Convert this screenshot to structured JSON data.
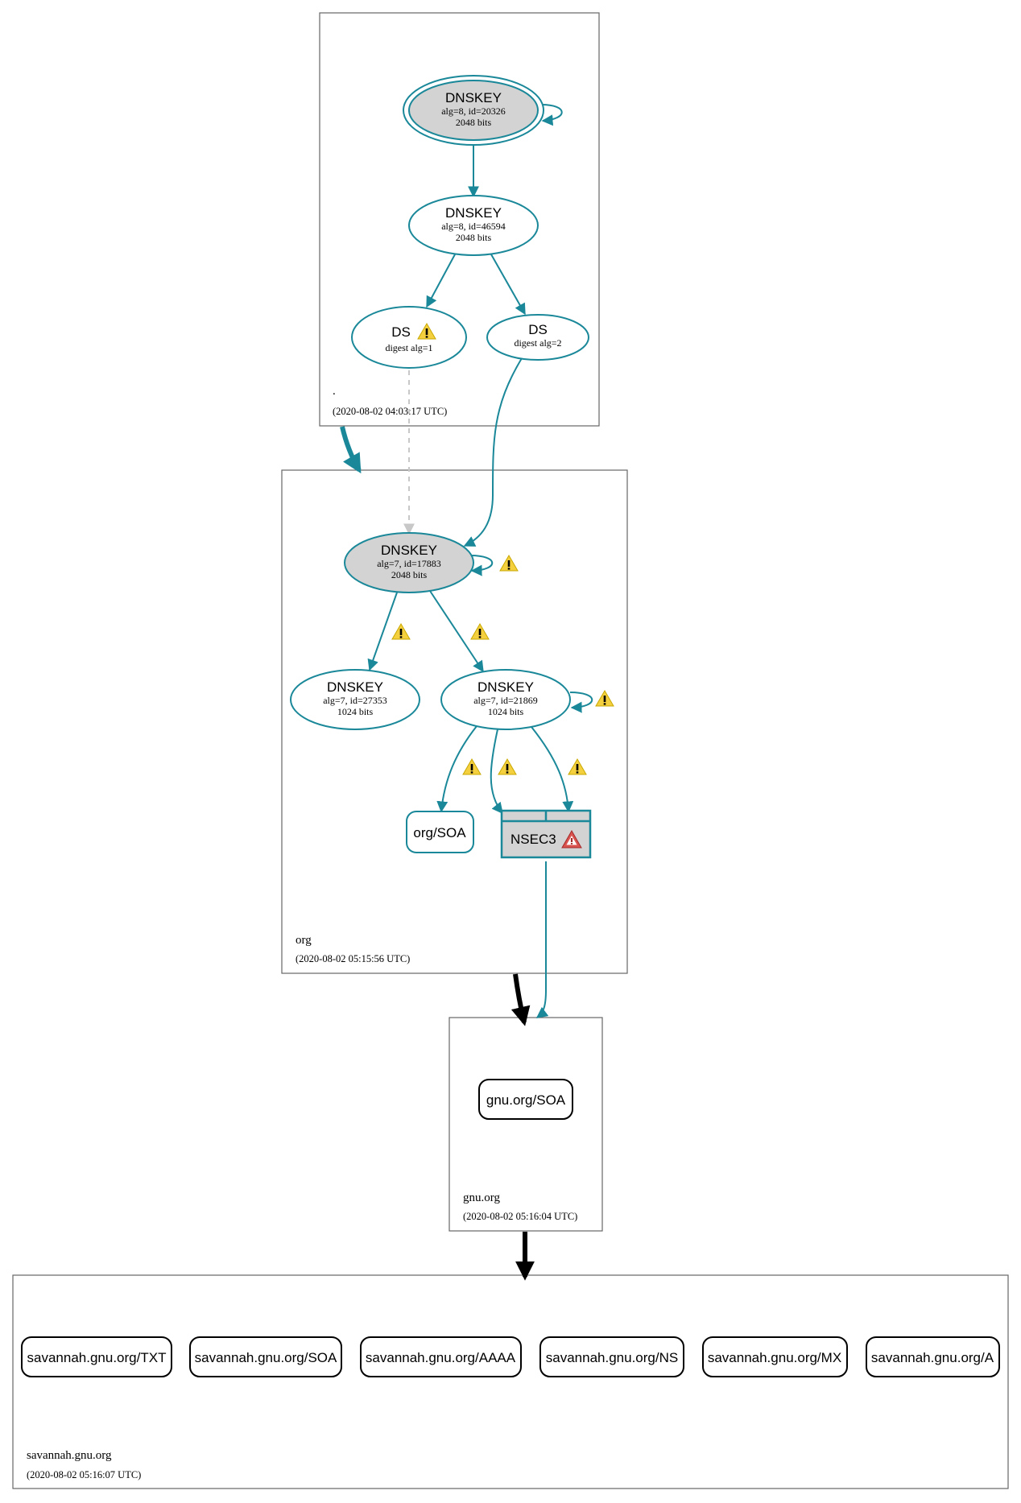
{
  "colors": {
    "edge": "#1a8899",
    "key_grey": "#d3d3d3",
    "warning": "#f4d03f",
    "error": "#d9534f",
    "ds_unverified": "#c8c8c8"
  },
  "zones": {
    "root": {
      "name": ".",
      "timestamp": "(2020-08-02 04:03:17 UTC)"
    },
    "org": {
      "name": "org",
      "timestamp": "(2020-08-02 05:15:56 UTC)"
    },
    "gnu": {
      "name": "gnu.org",
      "timestamp": "(2020-08-02 05:16:04 UTC)"
    },
    "savannah": {
      "name": "savannah.gnu.org",
      "timestamp": "(2020-08-02 05:16:07 UTC)"
    }
  },
  "nodes": {
    "root_ksk": {
      "type": "DNSKEY",
      "line1": "alg=8, id=20326",
      "line2": "2048 bits"
    },
    "root_zsk": {
      "type": "DNSKEY",
      "line1": "alg=8, id=46594",
      "line2": "2048 bits"
    },
    "ds1": {
      "type": "DS",
      "line1": "digest alg=1"
    },
    "ds2": {
      "type": "DS",
      "line1": "digest alg=2"
    },
    "org_ksk": {
      "type": "DNSKEY",
      "line1": "alg=7, id=17883",
      "line2": "2048 bits"
    },
    "org_zsk1": {
      "type": "DNSKEY",
      "line1": "alg=7, id=27353",
      "line2": "1024 bits"
    },
    "org_zsk2": {
      "type": "DNSKEY",
      "line1": "alg=7, id=21869",
      "line2": "1024 bits"
    },
    "org_soa": {
      "label": "org/SOA"
    },
    "nsec3": {
      "label": "NSEC3"
    },
    "gnu_soa": {
      "label": "gnu.org/SOA"
    }
  },
  "records": [
    "savannah.gnu.org/TXT",
    "savannah.gnu.org/SOA",
    "savannah.gnu.org/AAAA",
    "savannah.gnu.org/NS",
    "savannah.gnu.org/MX",
    "savannah.gnu.org/A"
  ]
}
